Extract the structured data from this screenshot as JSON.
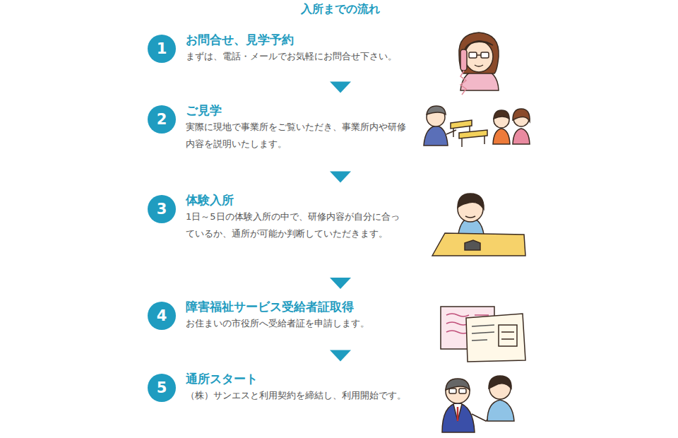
{
  "diagram": {
    "title": "入所までの流れ",
    "nodes": [
      {
        "text": [
          "1",
          "お問合せ、見学予約",
          "まずは、電話・メールでお気軽にお問合せ下さい。"
        ]
      },
      {
        "text": [
          "2",
          "ご見学",
          "実際に現地で事業所をご覧いただき、事業所内や研修内容を説明いたします。"
        ]
      },
      {
        "text": [
          "3",
          "体験入所",
          "1日～5日の体験入所の中で、研修内容が自分に合っているか、通所が可能か判断していただきます。"
        ]
      },
      {
        "text": [
          "4",
          "障害福祉サービス受給者証取得",
          "お住まいの市役所へ受給者証を申請します。"
        ]
      },
      {
        "text": [
          "5",
          "通所スタート",
          "（株）サンエスと利用契約を締結し、利用開始です。"
        ]
      }
    ],
    "edges": [
      {
        "from": 0,
        "to": 1,
        "arrow": "to"
      },
      {
        "from": 1,
        "to": 2,
        "arrow": "to"
      },
      {
        "from": 2,
        "to": 3,
        "arrow": "to"
      },
      {
        "from": 3,
        "to": 4,
        "arrow": "to"
      }
    ]
  }
}
